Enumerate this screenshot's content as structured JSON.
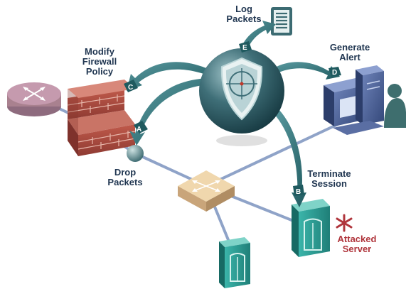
{
  "labels": {
    "log_packets": [
      "Log",
      "Packets"
    ],
    "modify_policy": [
      "Modify",
      "Firewall",
      "Policy"
    ],
    "generate_alert": [
      "Generate",
      "Alert"
    ],
    "drop_packets": [
      "Drop",
      "Packets"
    ],
    "terminate_session": [
      "Terminate",
      "Session"
    ],
    "attacked_server": [
      "Attacked",
      "Server"
    ]
  },
  "letters": {
    "a": "A",
    "b": "B",
    "c": "C",
    "d": "D",
    "e": "E"
  },
  "colors": {
    "sensor_sphere": "#3f6f78",
    "arrow": "#2f6f73",
    "firewall": "#a94a3f",
    "router": "#c59aae",
    "switch": "#e8c99b",
    "server": "#2fa59c",
    "workstation": "#4a5f92",
    "network_link": "#8fa3c8",
    "label_text": "#1f3550",
    "attack_marker": "#b0353c"
  },
  "icons": {
    "sensor": "shield-crosshair-icon",
    "log": "document-list-icon",
    "alert": "workstation-icon",
    "attack": "asterisk-icon"
  }
}
